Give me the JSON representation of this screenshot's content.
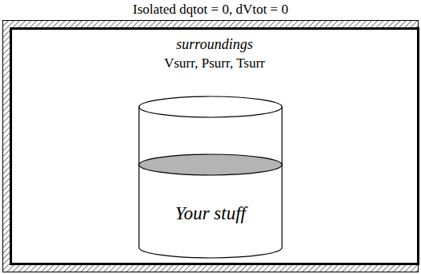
{
  "diagram": {
    "title": "Isolated dqtot = 0, dVtot = 0",
    "nodes": [
      {
        "text": [
          "surroundings",
          "Vsurr, Psurr, Tsurr"
        ]
      },
      {
        "text": [
          "Your stuff"
        ],
        "in": 0
      }
    ]
  }
}
